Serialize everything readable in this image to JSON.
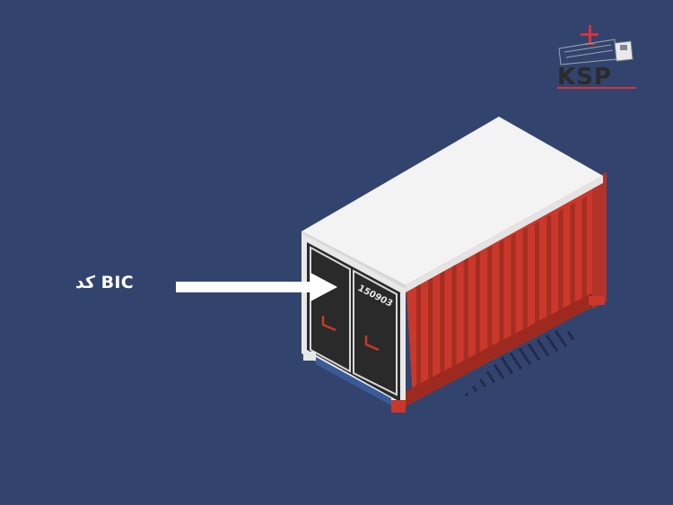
{
  "callout": {
    "label": "کد BIC"
  },
  "container": {
    "door_number": "150903",
    "colors": {
      "body": "#c9382a",
      "body_shadow": "#9e2a1f",
      "ribs_dark": "#a52d22",
      "roof": "#f3f3f3",
      "roof_edge": "#d9d9d9",
      "doors": "#2a2a2a",
      "door_frame": "#e8e8e8",
      "background": "#32446d",
      "shadow_dots": "#1e2740"
    }
  },
  "logo": {
    "text": "KSP",
    "accent": "#d8323c",
    "dark": "#2b2b2b"
  }
}
